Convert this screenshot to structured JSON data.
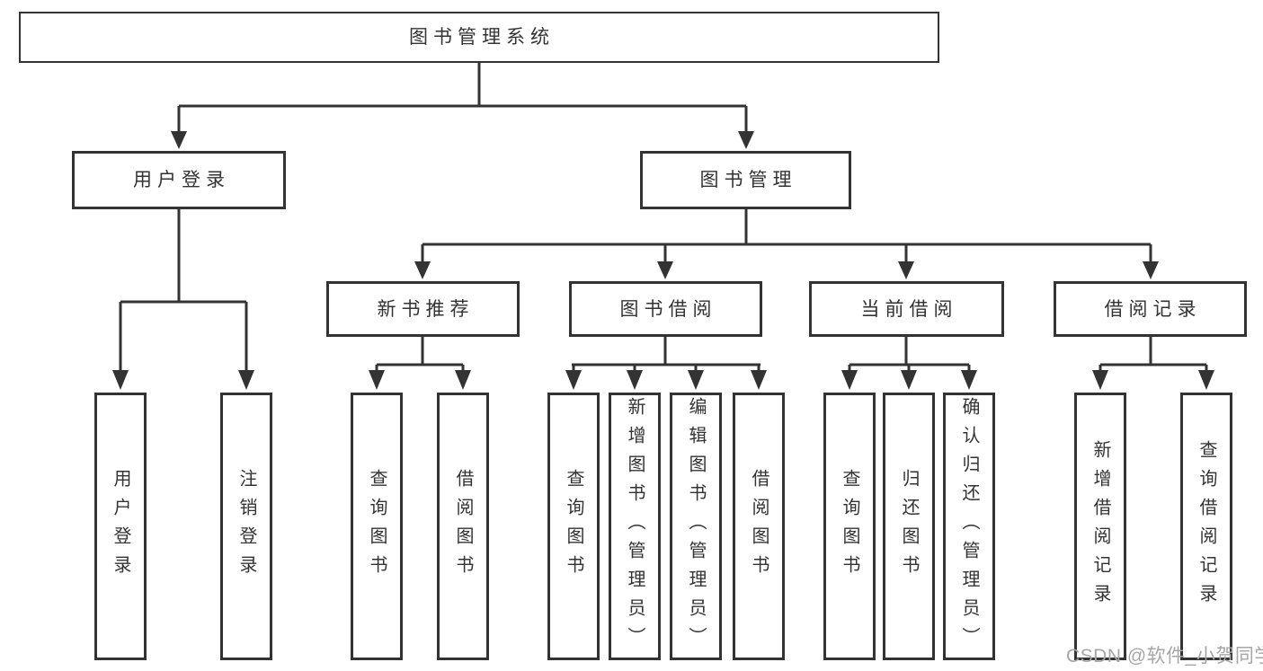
{
  "diagram": {
    "type": "hierarchy-tree",
    "root": {
      "label": "图书管理系统"
    },
    "branches": [
      {
        "label": "用户登录",
        "leaves": [
          {
            "label": "用户登录"
          },
          {
            "label": "注销登录"
          }
        ]
      },
      {
        "label": "图书管理",
        "sections": [
          {
            "label": "新书推荐",
            "leaves": [
              {
                "label": "查询图书"
              },
              {
                "label": "借阅图书"
              }
            ]
          },
          {
            "label": "图书借阅",
            "leaves": [
              {
                "label": "查询图书"
              },
              {
                "label": "新增图书（管理员）"
              },
              {
                "label": "编辑图书（管理员）"
              },
              {
                "label": "借阅图书"
              }
            ]
          },
          {
            "label": "当前借阅",
            "leaves": [
              {
                "label": "查询图书"
              },
              {
                "label": "归还图书"
              },
              {
                "label": "确认归还（管理员）"
              }
            ]
          },
          {
            "label": "借阅记录",
            "leaves": [
              {
                "label": "新增借阅记录"
              },
              {
                "label": "查询借阅记录"
              }
            ]
          }
        ]
      }
    ]
  },
  "watermark": {
    "text": "CSDN @软件_小贺同学",
    "color": "#a6a6a6"
  },
  "colors": {
    "background": "#ffffff",
    "line": "#333333",
    "box_border": "#333333",
    "box_fill": "#ffffff",
    "text": "#333333",
    "watermark": "#a6a6a6"
  }
}
